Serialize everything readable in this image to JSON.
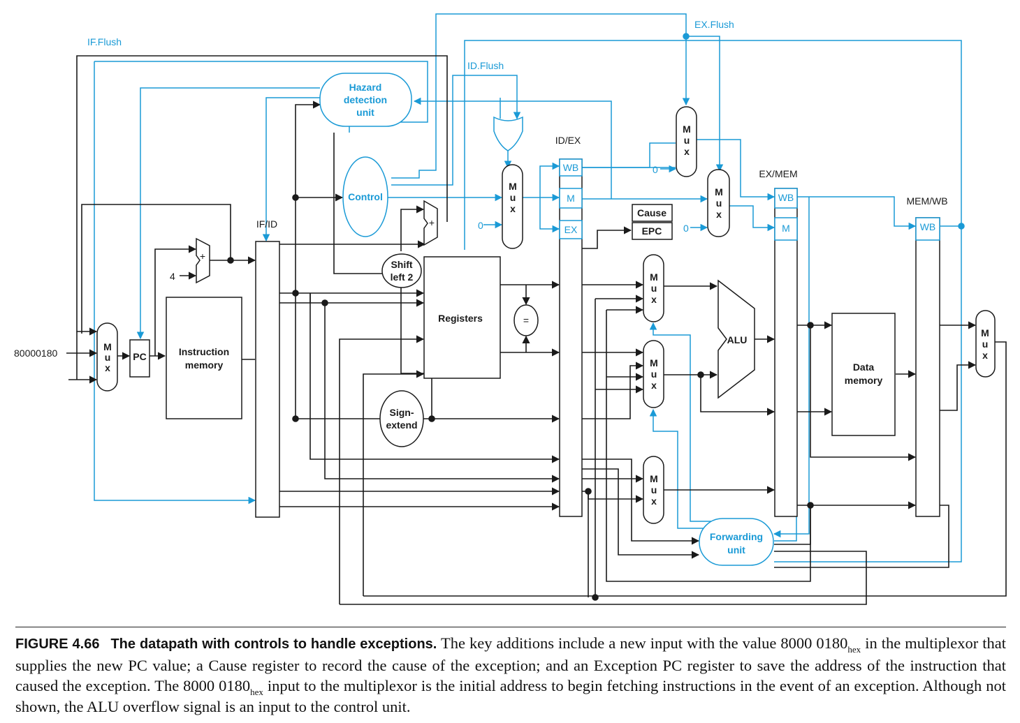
{
  "colors": {
    "black": "#1a1a1a",
    "blue": "#1a9ad6"
  },
  "signals": {
    "if_flush": "IF.Flush",
    "id_flush": "ID.Flush",
    "ex_flush": "EX.Flush",
    "const_pc": "80000180",
    "four": "4",
    "zero": "0"
  },
  "units": {
    "hazard": [
      "Hazard",
      "detection",
      "unit"
    ],
    "control": "Control",
    "shift": [
      "Shift",
      "left 2"
    ],
    "sign": [
      "Sign-",
      "extend"
    ],
    "registers": "Registers",
    "instr_mem": [
      "Instruction",
      "memory"
    ],
    "data_mem": [
      "Data",
      "memory"
    ],
    "alu": "ALU",
    "forwarding": [
      "Forwarding",
      "unit"
    ],
    "pc": "PC",
    "cause": "Cause",
    "epc": "EPC",
    "equal": "=",
    "plus": "+",
    "mux": [
      "M",
      "u",
      "x"
    ]
  },
  "pipeline_registers": {
    "if_id": "IF/ID",
    "id_ex": "ID/EX",
    "ex_mem": "EX/MEM",
    "mem_wb": "MEM/WB",
    "wb": "WB",
    "m": "M",
    "ex": "EX"
  },
  "caption": {
    "figure": "FIGURE 4.66",
    "title": "The datapath with controls to handle exceptions.",
    "p1": " The key additions include a new input with the value 8000 0180",
    "sub": "hex",
    "p2": " in the multiplexor that supplies the new PC value; a Cause register to record the cause of the exception; and an Exception PC register to save the address of the instruction that caused the exception. The 8000 0180",
    "p3": " input to the multiplexor is the initial address to begin fetching instructions in the event of an exception. Although not shown, the ALU overflow signal is an input to the control unit."
  }
}
